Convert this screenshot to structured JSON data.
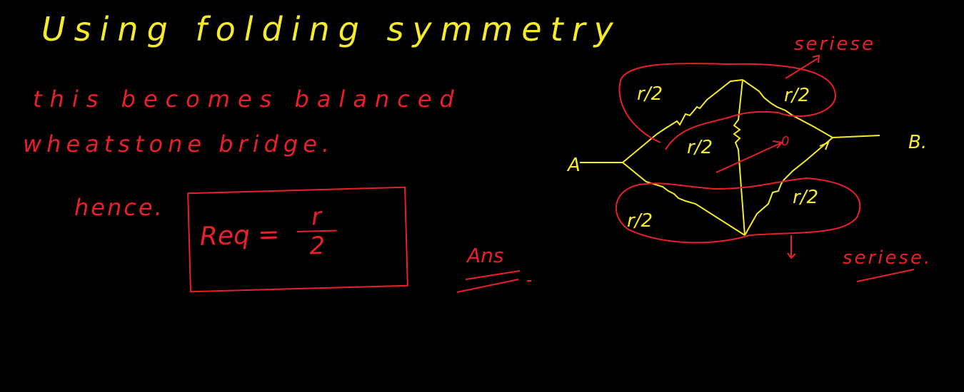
{
  "colors": {
    "background": "#000000",
    "yellow": "#f5eb2a",
    "red": "#e8202a"
  },
  "heading": "Using folding symmetry",
  "notes": {
    "line1": "this becomes balanced",
    "line2": "wheatstone bridge.",
    "hence": "hence."
  },
  "result": {
    "lhs": "Req =",
    "numerator": "r",
    "denominator": "2"
  },
  "answer_label": "Ans",
  "circuit": {
    "node_a": "A",
    "node_b": "B.",
    "resistor_labels": [
      "r/2",
      "r/2",
      "r/2",
      "r/2",
      "r/2"
    ],
    "middle_annotation": "0",
    "top_group_label": "seriese",
    "bottom_group_label": "seriese."
  }
}
